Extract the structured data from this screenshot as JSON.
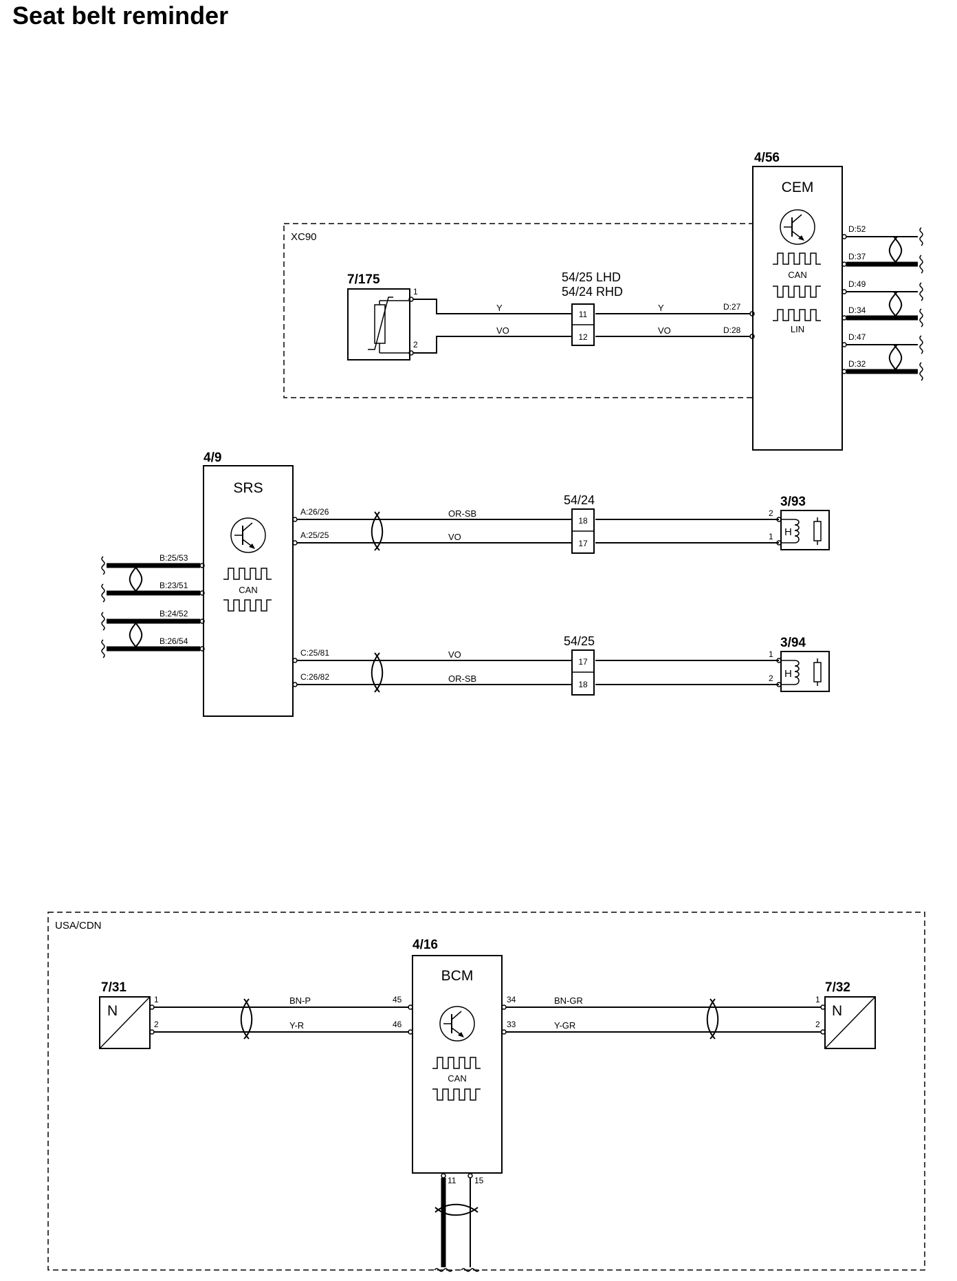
{
  "title": "Seat belt reminder",
  "areas": {
    "xc90": "XC90",
    "usa_cdn": "USA/CDN"
  },
  "cem": {
    "ref": "4/56",
    "name": "CEM",
    "can": "CAN",
    "lin": "LIN",
    "pins": [
      "D:52",
      "D:37",
      "D:49",
      "D:34",
      "D:47",
      "D:32"
    ],
    "in_pins": [
      "D:27",
      "D:28"
    ]
  },
  "sensor_7_175": {
    "ref": "7/175",
    "pin1": "1",
    "pin2": "2"
  },
  "connector_top": {
    "label1": "54/25 LHD",
    "label2": "54/24 RHD",
    "pin_a": "11",
    "pin_b": "12"
  },
  "wires_top": {
    "a_left": "Y",
    "b_left": "VO",
    "a_right": "Y",
    "b_right": "VO"
  },
  "srs": {
    "ref": "4/9",
    "name": "SRS",
    "can": "CAN",
    "left_pins": [
      "B:25/53",
      "B:23/51",
      "B:24/52",
      "B:26/54"
    ],
    "right_pins": [
      "A:26/26",
      "A:25/25",
      "C:25/81",
      "C:26/82"
    ]
  },
  "conn_54_24": {
    "ref": "54/24",
    "pin_a": "18",
    "pin_b": "17"
  },
  "conn_54_25": {
    "ref": "54/25",
    "pin_a": "17",
    "pin_b": "18"
  },
  "wires_srs": {
    "w1": "OR-SB",
    "w2": "VO",
    "w3": "VO",
    "w4": "OR-SB"
  },
  "buckle_3_93": {
    "ref": "3/93",
    "pin_a": "2",
    "pin_b": "1",
    "symbol": "H"
  },
  "buckle_3_94": {
    "ref": "3/94",
    "pin_a": "1",
    "pin_b": "2",
    "symbol": "H"
  },
  "bcm": {
    "ref": "4/16",
    "name": "BCM",
    "can": "CAN",
    "left_pins": [
      "45",
      "46"
    ],
    "right_pins": [
      "34",
      "33"
    ],
    "bottom_pins": [
      "11",
      "15"
    ]
  },
  "sensor_7_31": {
    "ref": "7/31",
    "symbol": "N",
    "pin1": "1",
    "pin2": "2"
  },
  "sensor_7_32": {
    "ref": "7/32",
    "symbol": "N",
    "pin1": "1",
    "pin2": "2"
  },
  "wires_bcm": {
    "l1": "BN-P",
    "l2": "Y-R",
    "r1": "BN-GR",
    "r2": "Y-GR"
  }
}
